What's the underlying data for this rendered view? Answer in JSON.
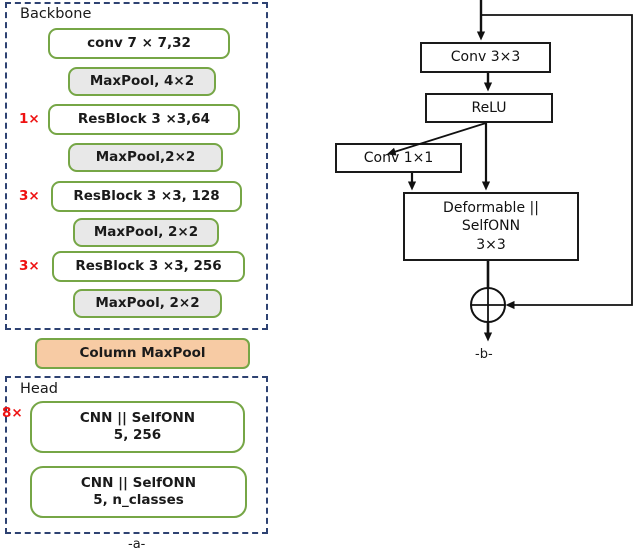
{
  "figure": {
    "subfigure_a_caption": "-a-",
    "subfigure_b_caption": "-b-"
  },
  "colors": {
    "block_border_green": "#76a646",
    "group_border_navy": "#2e4272",
    "pool_fill_grey": "#e8e8e8",
    "column_pool_fill_peach": "#f7cba4",
    "multiplier_red": "#ee1111",
    "line_black": "#1a1a1a"
  },
  "backbone": {
    "label": "Backbone",
    "blocks": [
      {
        "text": "conv 7 × 7,32",
        "kind": "conv",
        "multiplier": ""
      },
      {
        "text": "MaxPool, 4×2",
        "kind": "pool",
        "multiplier": ""
      },
      {
        "text": "ResBlock 3 ×3,64",
        "kind": "resblock",
        "multiplier": "1×"
      },
      {
        "text": "MaxPool,2×2",
        "kind": "pool",
        "multiplier": ""
      },
      {
        "text": "ResBlock 3 ×3, 128",
        "kind": "resblock",
        "multiplier": "3×"
      },
      {
        "text": "MaxPool, 2×2",
        "kind": "pool",
        "multiplier": ""
      },
      {
        "text": "ResBlock 3 ×3, 256",
        "kind": "resblock",
        "multiplier": "3×"
      },
      {
        "text": "MaxPool, 2×2",
        "kind": "pool",
        "multiplier": ""
      }
    ]
  },
  "column_maxpool": {
    "text": "Column MaxPool"
  },
  "head": {
    "label": "Head",
    "blocks": [
      {
        "line1": "CNN || SelfONN",
        "line2": "5, 256",
        "multiplier": "8×"
      },
      {
        "line1": "CNN || SelfONN",
        "line2": "5, n_classes",
        "multiplier": ""
      }
    ]
  },
  "residual_unit": {
    "conv3x3": "Conv 3×3",
    "relu": "ReLU",
    "conv1x1": "Conv 1×1",
    "deformable_line1": "Deformable ||",
    "deformable_line2": "SelfONN",
    "deformable_line3": "3×3",
    "sum_symbol": "⊕"
  }
}
